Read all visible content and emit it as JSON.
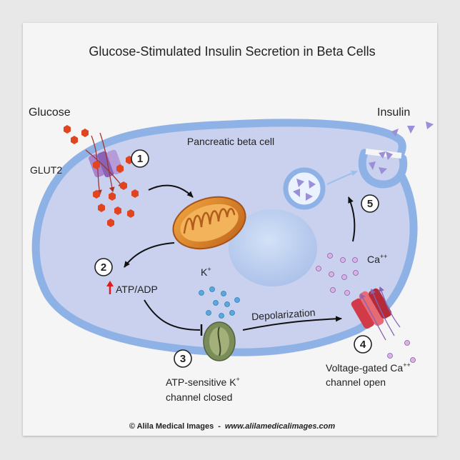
{
  "title": "Glucose-Stimulated Insulin Secretion in Beta Cells",
  "labels": {
    "glucose": "Glucose",
    "glut2": "GLUT2",
    "cell": "Pancreatic beta cell",
    "insulin": "Insulin",
    "atp_adp": "ATP/ADP",
    "k_plus": "K",
    "k_sup": "+",
    "depolarization": "Depolarization",
    "ca": "Ca",
    "ca_sup": "++",
    "katp_line1_a": "ATP-sensitive K",
    "katp_line1_sup": "+",
    "katp_line2": "channel closed",
    "vgcc_line1_a": "Voltage-gated Ca",
    "vgcc_line1_sup": "++",
    "vgcc_line2": "channel open"
  },
  "steps": [
    "1",
    "2",
    "3",
    "4",
    "5"
  ],
  "credit": {
    "copyright": "© Alila Medical Images",
    "separator": "-",
    "url": "www.alilamedicalimages.com"
  },
  "colors": {
    "cell_fill": "#c9d1ee",
    "cell_membrane": "#8fb2e6",
    "nucleus": "#b4c8ec",
    "glucose": "#e0451f",
    "mitochondrion": "#d87b21",
    "k_ion": "#5aa8dc",
    "ca_ion": "#b985c8",
    "insulin": "#9a8fd8",
    "glut2": "#a883cf",
    "ca_channel": "#d13a48",
    "k_channel": "#7a8c58"
  }
}
